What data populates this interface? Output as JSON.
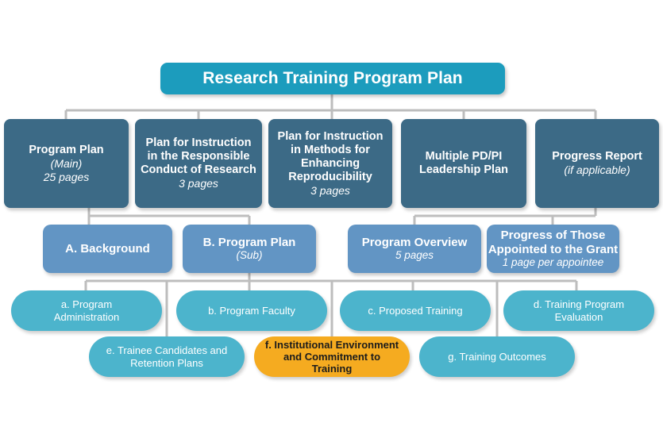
{
  "diagram": {
    "title_node": {
      "id": "research-training-program-plan",
      "lines": [
        "Research Training Program Plan"
      ],
      "level": "title"
    },
    "colors": {
      "title_fill": "#1c9cbd",
      "level1_fill": "#3c6a86",
      "level2_fill": "#6295c4",
      "level3_fill": "#4cb4cc",
      "highlight_fill": "#f5ab20",
      "connector": "#bdbdbd",
      "text_light": "#ffffff",
      "text_dark": "#1c1c1c",
      "background": "#ffffff"
    },
    "level1": [
      {
        "id": "program-plan-main",
        "line1": "Program Plan",
        "line2": "(Main)",
        "line3": "25 pages"
      },
      {
        "id": "plan-responsible-conduct-of-research",
        "line1": "Plan for Instruction",
        "line2": "in the Responsible",
        "line3": "Conduct of Research",
        "line4": "3 pages"
      },
      {
        "id": "plan-enhancing-reproducibility",
        "line1": "Plan for Instruction",
        "line2": "in Methods for",
        "line3": "Enhancing",
        "line4": "Reproducibility",
        "line5": "3 pages"
      },
      {
        "id": "multiple-pd-pi-leadership-plan",
        "line1": "Multiple PD/PI",
        "line2": "Leadership Plan"
      },
      {
        "id": "progress-report",
        "line1": "Progress Report",
        "line2": "(if applicable)"
      }
    ],
    "level2": [
      {
        "id": "a-background",
        "line1": "A. Background"
      },
      {
        "id": "b-program-plan-sub",
        "line1": "B. Program Plan",
        "line2": "(Sub)"
      },
      {
        "id": "program-overview",
        "line1": "Program Overview",
        "line2": "5 pages"
      },
      {
        "id": "progress-of-those-appointed",
        "line1": "Progress of Those",
        "line2": "Appointed to the Grant",
        "line3": "1 page per appointee"
      }
    ],
    "level3": [
      {
        "id": "a-program-administration",
        "line1": "a. Program",
        "line2": "Administration"
      },
      {
        "id": "b-program-faculty",
        "line1": "b. Program Faculty"
      },
      {
        "id": "c-proposed-training",
        "line1": "c. Proposed Training"
      },
      {
        "id": "d-training-program-evaluation",
        "line1": "d. Training Program",
        "line2": "Evaluation"
      }
    ],
    "level4": [
      {
        "id": "e-trainee-candidates-retention",
        "line1": "e. Trainee Candidates and",
        "line2": "Retention Plans"
      },
      {
        "id": "f-institutional-environment",
        "line1": "f. Institutional Environment",
        "line2": "and Commitment to",
        "line3": "Training",
        "highlighted": "yes"
      },
      {
        "id": "g-training-outcomes",
        "line1": "g. Training Outcomes"
      }
    ]
  }
}
